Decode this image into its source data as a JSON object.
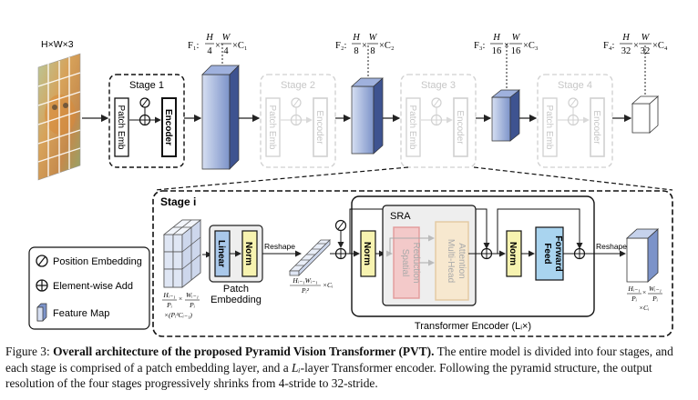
{
  "input": {
    "label": "H×W×3"
  },
  "stages": [
    {
      "label": "Stage 1",
      "patch": "Patch Emb",
      "encoder": "Encoder"
    },
    {
      "label": "Stage 2",
      "patch": "Patch Emb",
      "encoder": "Encoder"
    },
    {
      "label": "Stage 3",
      "patch": "Patch Emb",
      "encoder": "Encoder"
    },
    {
      "label": "Stage 4",
      "patch": "Patch Emb",
      "encoder": "Encoder"
    }
  ],
  "features": [
    {
      "name": "F₁:",
      "num": "H",
      "den": "4",
      "num2": "W",
      "den2": "4",
      "ch": "×C₁"
    },
    {
      "name": "F₂:",
      "num": "H",
      "den": "8",
      "num2": "W",
      "den2": "8",
      "ch": "×C₂"
    },
    {
      "name": "F₃:",
      "num": "H",
      "den": "16",
      "num2": "W",
      "den2": "16",
      "ch": "×C₃"
    },
    {
      "name": "F₄:",
      "num": "H",
      "den": "32",
      "num2": "W",
      "den2": "32",
      "ch": "×C₄"
    }
  ],
  "detail": {
    "title": "Stage i",
    "linear": "Linear",
    "norm": "Norm",
    "patch_embedding": [
      "Patch",
      "Embedding"
    ],
    "reshape": "Reshape",
    "reshape2": "Reshape",
    "sra": "SRA",
    "spatial_reduction": [
      "Spatial",
      "Reduction"
    ],
    "mha": [
      "Multi-Head",
      "Attention"
    ],
    "feed_forward": [
      "Feed",
      "Forward"
    ],
    "encoder_label": "Transformer Encoder (Lᵢ×)",
    "dim_left": [
      "Hᵢ₋₁",
      "Pᵢ",
      "×",
      "Wᵢ₋₁",
      "Pᵢ",
      "×(Pᵢ²Cᵢ₋₁)"
    ],
    "dim_mid": [
      "Hᵢ₋₁Wᵢ₋₁",
      "Pᵢ²",
      "×Cᵢ"
    ],
    "dim_right": [
      "Hᵢ₋₁",
      "Pᵢ",
      "×",
      "Wᵢ₋₁",
      "Pᵢ",
      "×Cᵢ"
    ]
  },
  "legend": {
    "position_embedding": "Position Embedding",
    "element_wise_add": "Element-wise Add",
    "feature_map": "Feature Map"
  },
  "caption": {
    "prefix": "Figure 3: ",
    "bold": "Overall architecture of the proposed Pyramid Vision Transformer (PVT).",
    "part1": " The entire model is divided into four stages, and each stage is comprised of a patch embedding layer, and a ",
    "math": "Lᵢ",
    "part2": "-layer Transformer encoder. Following the pyramid structure, the output resolution of the four stages progressively shrinks from 4-stride to 32-stride."
  },
  "colors": {
    "linear": "#a9c8ea",
    "norm": "#f7f3b0",
    "feed_forward": "#a9d4ef",
    "spatial_reduction": "#f3c9c9",
    "mha": "#f7e8cf",
    "sra_bg": "#eeeeee",
    "faded": "#c8c8c8"
  }
}
